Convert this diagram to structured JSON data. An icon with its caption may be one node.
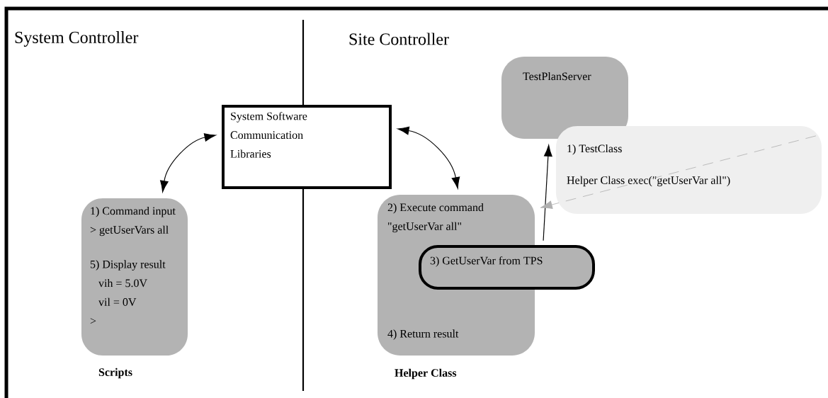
{
  "diagram": {
    "nodes": [
      {
        "text": [
          "System Software Communication Libraries"
        ]
      },
      {
        "text": [
          "1) Command input",
          "> getUserVars all",
          "5) Display result",
          "vih = 5.0V",
          "vil = 0V",
          ">"
        ],
        "beside": [
          "Scripts"
        ]
      },
      {
        "text": [
          "TestPlanServer"
        ]
      },
      {
        "text": [
          "1) TestClass",
          "Helper Class exec(\"getUserVar all\")"
        ]
      },
      {
        "text": [
          "2) Execute command \"getUserVar all\"",
          "4) Return result"
        ],
        "beside": [
          "Helper Class"
        ]
      },
      {
        "text": [
          "3) GetUserVar from TPS"
        ]
      }
    ],
    "edges": [
      {
        "from": 0,
        "to": 1,
        "arrow": "both"
      },
      {
        "from": 0,
        "to": 4,
        "arrow": "both"
      },
      {
        "from": 5,
        "to": 2,
        "arrow": "to"
      },
      {
        "from": 3,
        "to": 4,
        "arrow": "to",
        "style": "dashed",
        "color": "#b0b0b0"
      }
    ],
    "labels": [
      "System Controller",
      "Site Controller"
    ]
  }
}
